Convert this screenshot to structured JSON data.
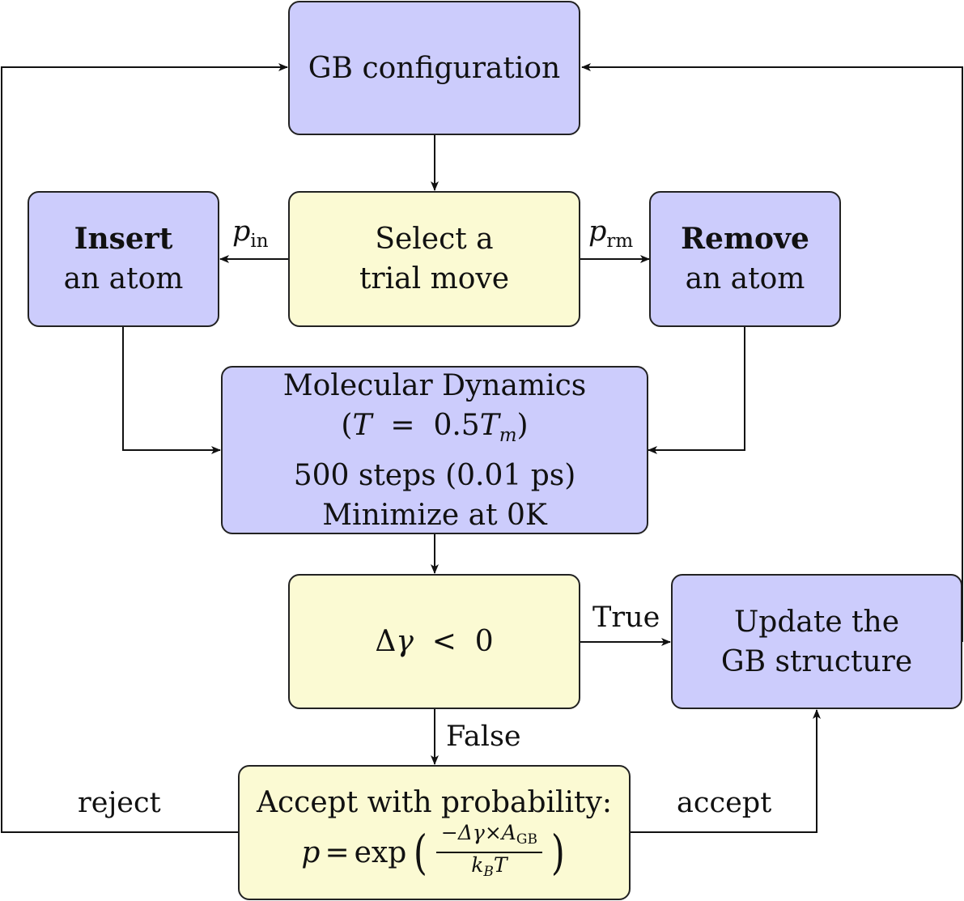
{
  "boxes": {
    "gb_config": "GB configuration",
    "select_move": [
      "Select a",
      "trial move"
    ],
    "insert": {
      "bold": "Insert",
      "rest": "an atom"
    },
    "remove": {
      "bold": "Remove",
      "rest": "an atom"
    },
    "md": {
      "line1": "Molecular Dynamics",
      "line2": {
        "open": "(",
        "var": "T",
        "eq": "=",
        "coef": "0.5",
        "var2": "T",
        "sub": "m",
        "close": ")"
      },
      "line3": "500 steps (0.01 ps)",
      "line4": "Minimize at 0K"
    },
    "condition": {
      "symbol": "Δ",
      "var": "γ",
      "op": "<",
      "value": "0"
    },
    "update": [
      "Update the",
      "GB structure"
    ],
    "accept_prob": {
      "line1": "Accept with probability:",
      "p": "p",
      "eq": "=",
      "func": "exp",
      "num": "−Δγ×A",
      "num_sub": "GB",
      "den": "k",
      "den_sub": "B",
      "den_tail": "T"
    }
  },
  "edge_labels": {
    "p_in": {
      "var": "p",
      "sub": "in"
    },
    "p_rm": {
      "var": "p",
      "sub": "rm"
    },
    "true": "True",
    "false": "False",
    "reject": "reject",
    "accept": "accept"
  }
}
